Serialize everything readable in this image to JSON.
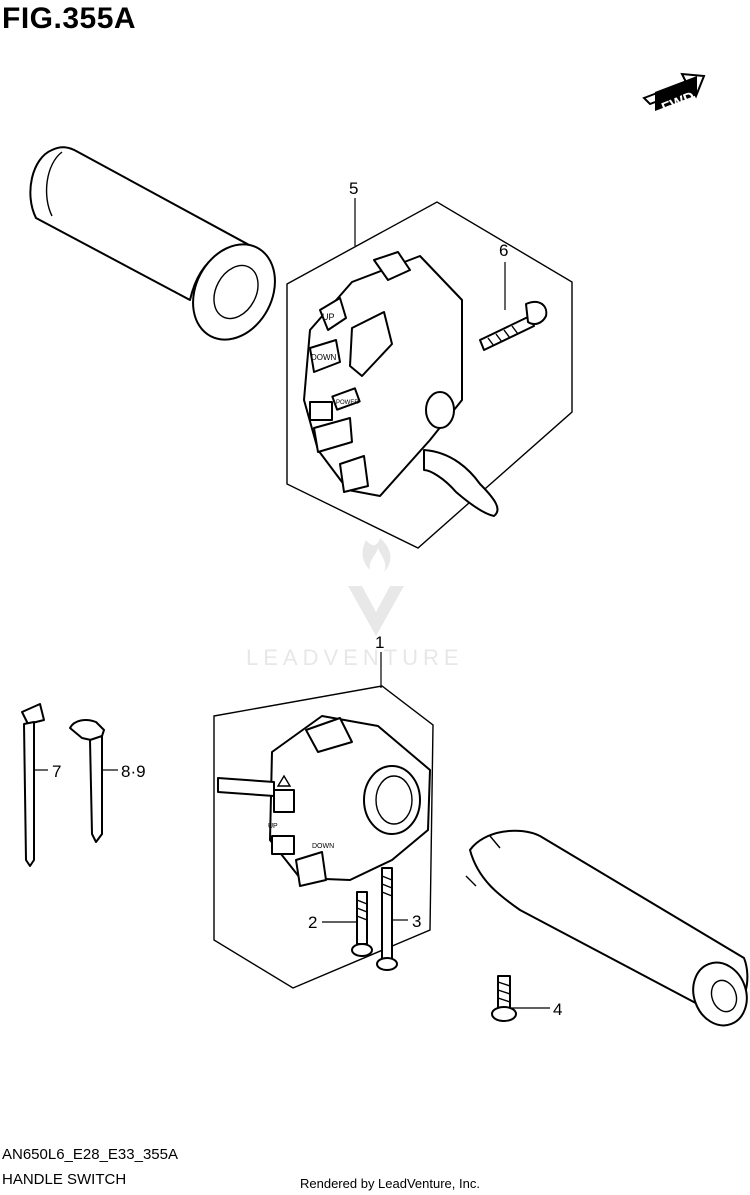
{
  "figure": {
    "title": "FIG.355A",
    "code": "AN650L6_E28_E33_355A",
    "name": "HANDLE SWITCH",
    "rendered_by": "Rendered by LeadVenture, Inc.",
    "watermark": "LEADVENTURE",
    "fwd_label": "FWD"
  },
  "switch_labels": {
    "up": "UP",
    "down": "DOWN",
    "power": "POWER",
    "up_small": "UP",
    "down_small": "DOWN"
  },
  "callouts": [
    {
      "id": "1",
      "label": "1"
    },
    {
      "id": "2",
      "label": "2"
    },
    {
      "id": "3",
      "label": "3"
    },
    {
      "id": "4",
      "label": "4"
    },
    {
      "id": "5",
      "label": "5"
    },
    {
      "id": "6",
      "label": "6"
    },
    {
      "id": "7",
      "label": "7"
    },
    {
      "id": "8-9",
      "label": "8·9"
    }
  ]
}
